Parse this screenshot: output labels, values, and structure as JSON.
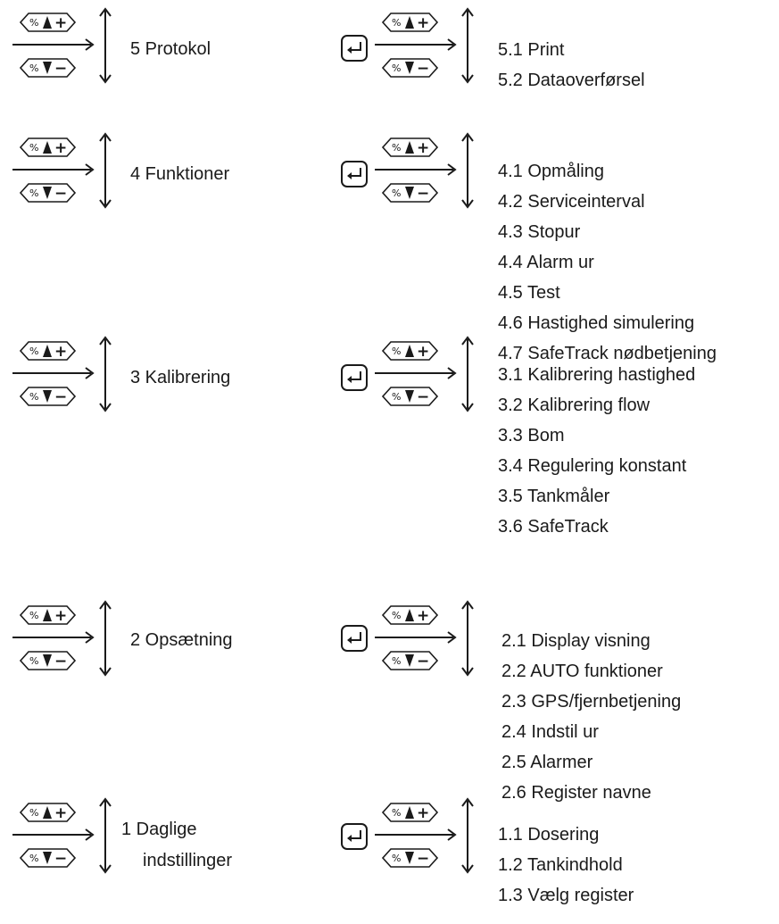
{
  "keys": {
    "up_percent": "%",
    "up_sign": "+",
    "down_percent": "%",
    "down_sign": "−"
  },
  "levels": [
    {
      "main_label": "5 Protokol",
      "items": [
        "5.1 Print",
        "5.2 Dataoverførsel"
      ]
    },
    {
      "main_label": "4 Funktioner",
      "items": [
        "4.1 Opmåling",
        "4.2 Serviceinterval",
        "4.3 Stopur",
        "4.4 Alarm ur",
        "4.5 Test",
        "4.6 Hastighed simulering",
        "4.7 SafeTrack nødbetjening"
      ]
    },
    {
      "main_label": "3 Kalibrering",
      "items": [
        "3.1 Kalibrering hastighed",
        "3.2 Kalibrering flow",
        "3.3 Bom",
        "3.4 Regulering konstant",
        "3.5 Tankmåler",
        "3.6 SafeTrack"
      ]
    },
    {
      "main_label": "2 Opsætning",
      "items": [
        "2.1 Display visning",
        "2.2 AUTO funktioner",
        "2.3 GPS/fjernbetjening",
        "2.4 Indstil ur",
        "2.5 Alarmer",
        "2.6 Register navne"
      ]
    },
    {
      "main_label_line1": "1 Daglige",
      "main_label_line2": "indstillinger",
      "items": [
        "1.1 Dosering",
        "1.2 Tankindhold",
        "1.3 Vælg register"
      ]
    }
  ]
}
